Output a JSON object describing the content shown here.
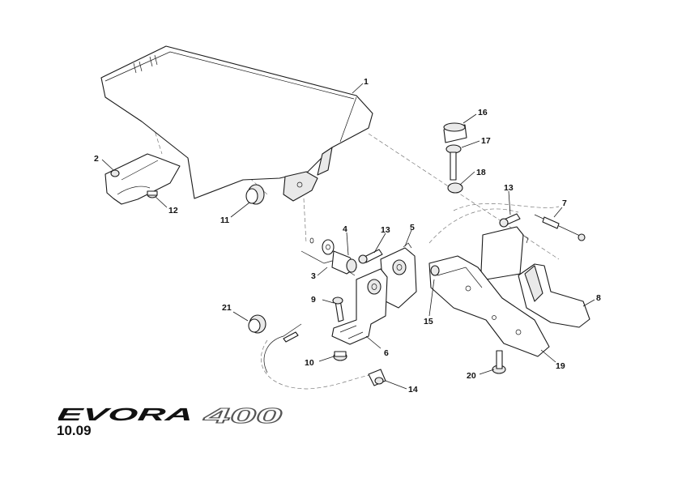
{
  "logo": {
    "model": "EVORA",
    "variant": "400"
  },
  "section_number": "10.09",
  "callouts": {
    "c1": "1",
    "c2": "2",
    "c3": "3",
    "c4": "4",
    "c5": "5",
    "c6": "6",
    "c7": "7",
    "c8": "8",
    "c9": "9",
    "c10": "10",
    "c11": "11",
    "c12": "12",
    "c13a": "13",
    "c13b": "13",
    "c14": "14",
    "c15": "15",
    "c16": "16",
    "c17": "17",
    "c18": "18",
    "c19": "19",
    "c20": "20",
    "c21": "21"
  },
  "icons": [
    "part-1-lid",
    "part-8-handle",
    "part-19-bracket"
  ]
}
